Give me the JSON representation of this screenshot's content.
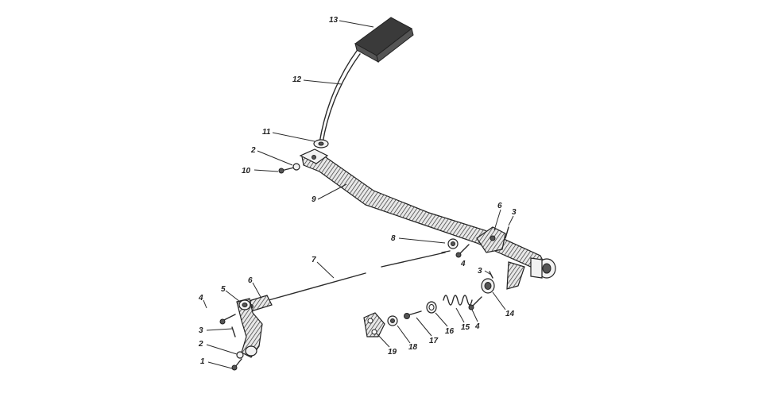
{
  "labels": [
    {
      "id": "13a",
      "text": "13"
    },
    {
      "id": "12a",
      "text": "12"
    },
    {
      "id": "11a",
      "text": "11"
    },
    {
      "id": "2a",
      "text": "2"
    },
    {
      "id": "10a",
      "text": "10"
    },
    {
      "id": "9a",
      "text": "9"
    },
    {
      "id": "6a",
      "text": "6"
    },
    {
      "id": "3a",
      "text": "3"
    },
    {
      "id": "8a",
      "text": "8"
    },
    {
      "id": "4a",
      "text": "4"
    },
    {
      "id": "7a",
      "text": "7"
    },
    {
      "id": "3b",
      "text": "3"
    },
    {
      "id": "14a",
      "text": "14"
    },
    {
      "id": "4b",
      "text": "4"
    },
    {
      "id": "15a",
      "text": "15"
    },
    {
      "id": "16a",
      "text": "16"
    },
    {
      "id": "17a",
      "text": "17"
    },
    {
      "id": "18a",
      "text": "18"
    },
    {
      "id": "19a",
      "text": "19"
    },
    {
      "id": "6b",
      "text": "6"
    },
    {
      "id": "5a",
      "text": "5"
    },
    {
      "id": "4c",
      "text": "4"
    },
    {
      "id": "3c",
      "text": "3"
    },
    {
      "id": "2b",
      "text": "2"
    },
    {
      "id": "1a",
      "text": "1"
    }
  ]
}
